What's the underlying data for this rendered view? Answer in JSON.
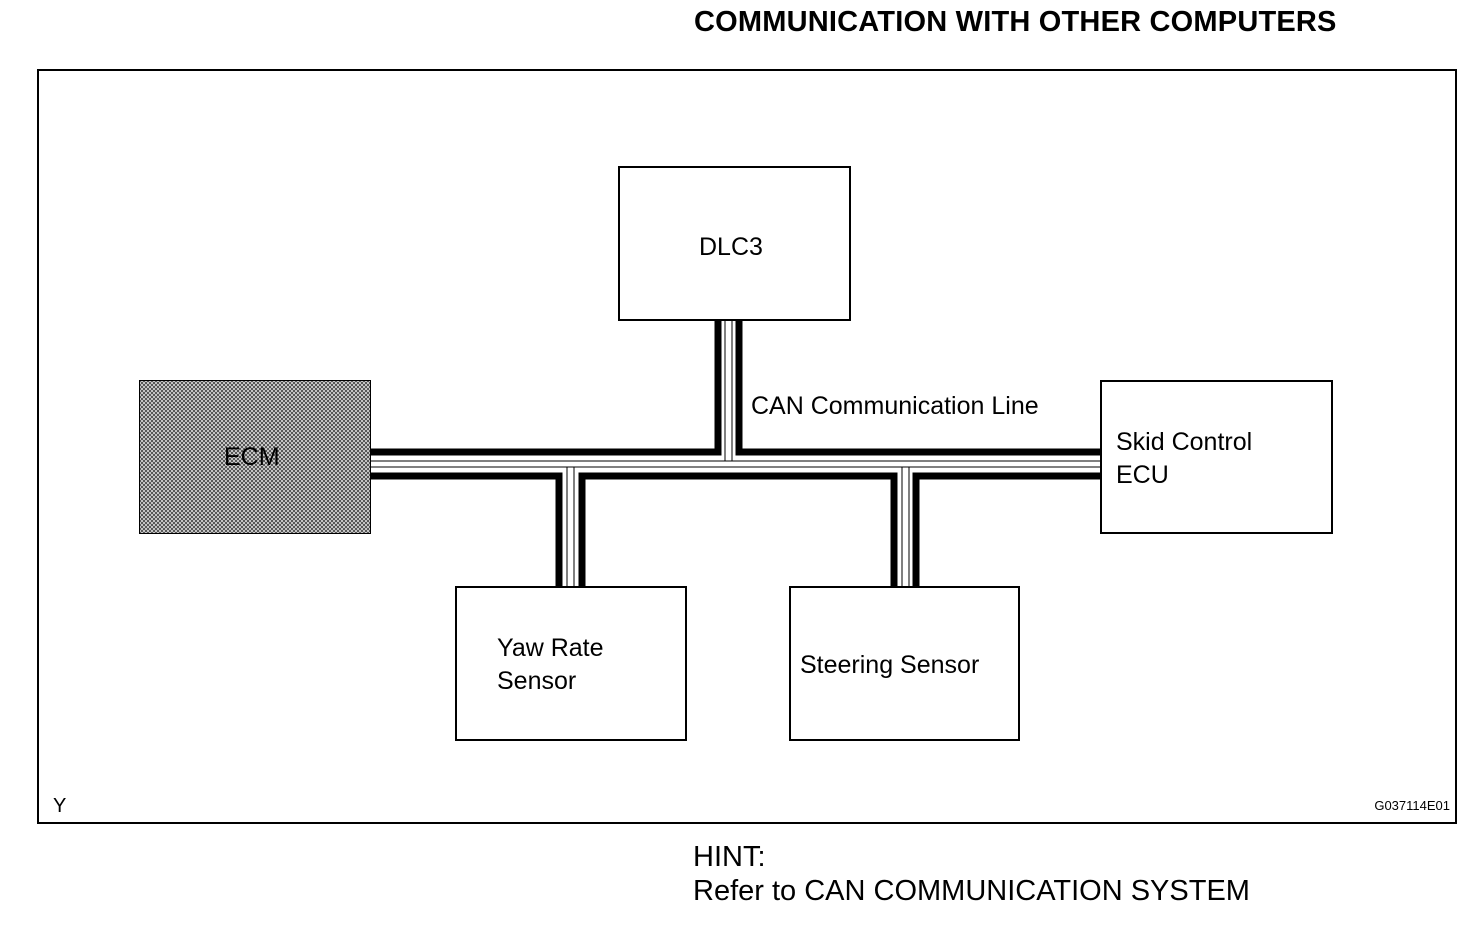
{
  "title": "COMMUNICATION WITH OTHER COMPUTERS",
  "diagram": {
    "nodes": {
      "dlc3": "DLC3",
      "ecm": "ECM",
      "skid_control_ecu": "Skid Control\nECU",
      "yaw_rate_sensor": "Yaw Rate\nSensor",
      "steering_sensor": "Steering Sensor"
    },
    "bus_label": "CAN Communication Line",
    "corner_left": "Y",
    "figure_id": "G037114E01"
  },
  "hint": {
    "heading": "HINT:",
    "text": "Refer to CAN COMMUNICATION SYSTEM"
  }
}
